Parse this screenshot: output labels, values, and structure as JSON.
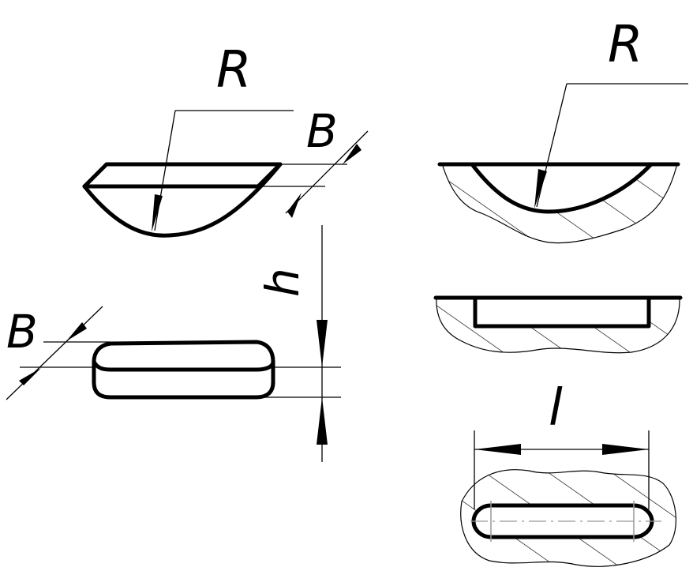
{
  "labels": {
    "radius_left": "R",
    "width_left_top": "B",
    "height": "h",
    "width_left_bottom": "B",
    "radius_right": "R",
    "length": "l"
  },
  "colors": {
    "line": "#000000",
    "centerline": "#999999",
    "background": "#ffffff"
  }
}
